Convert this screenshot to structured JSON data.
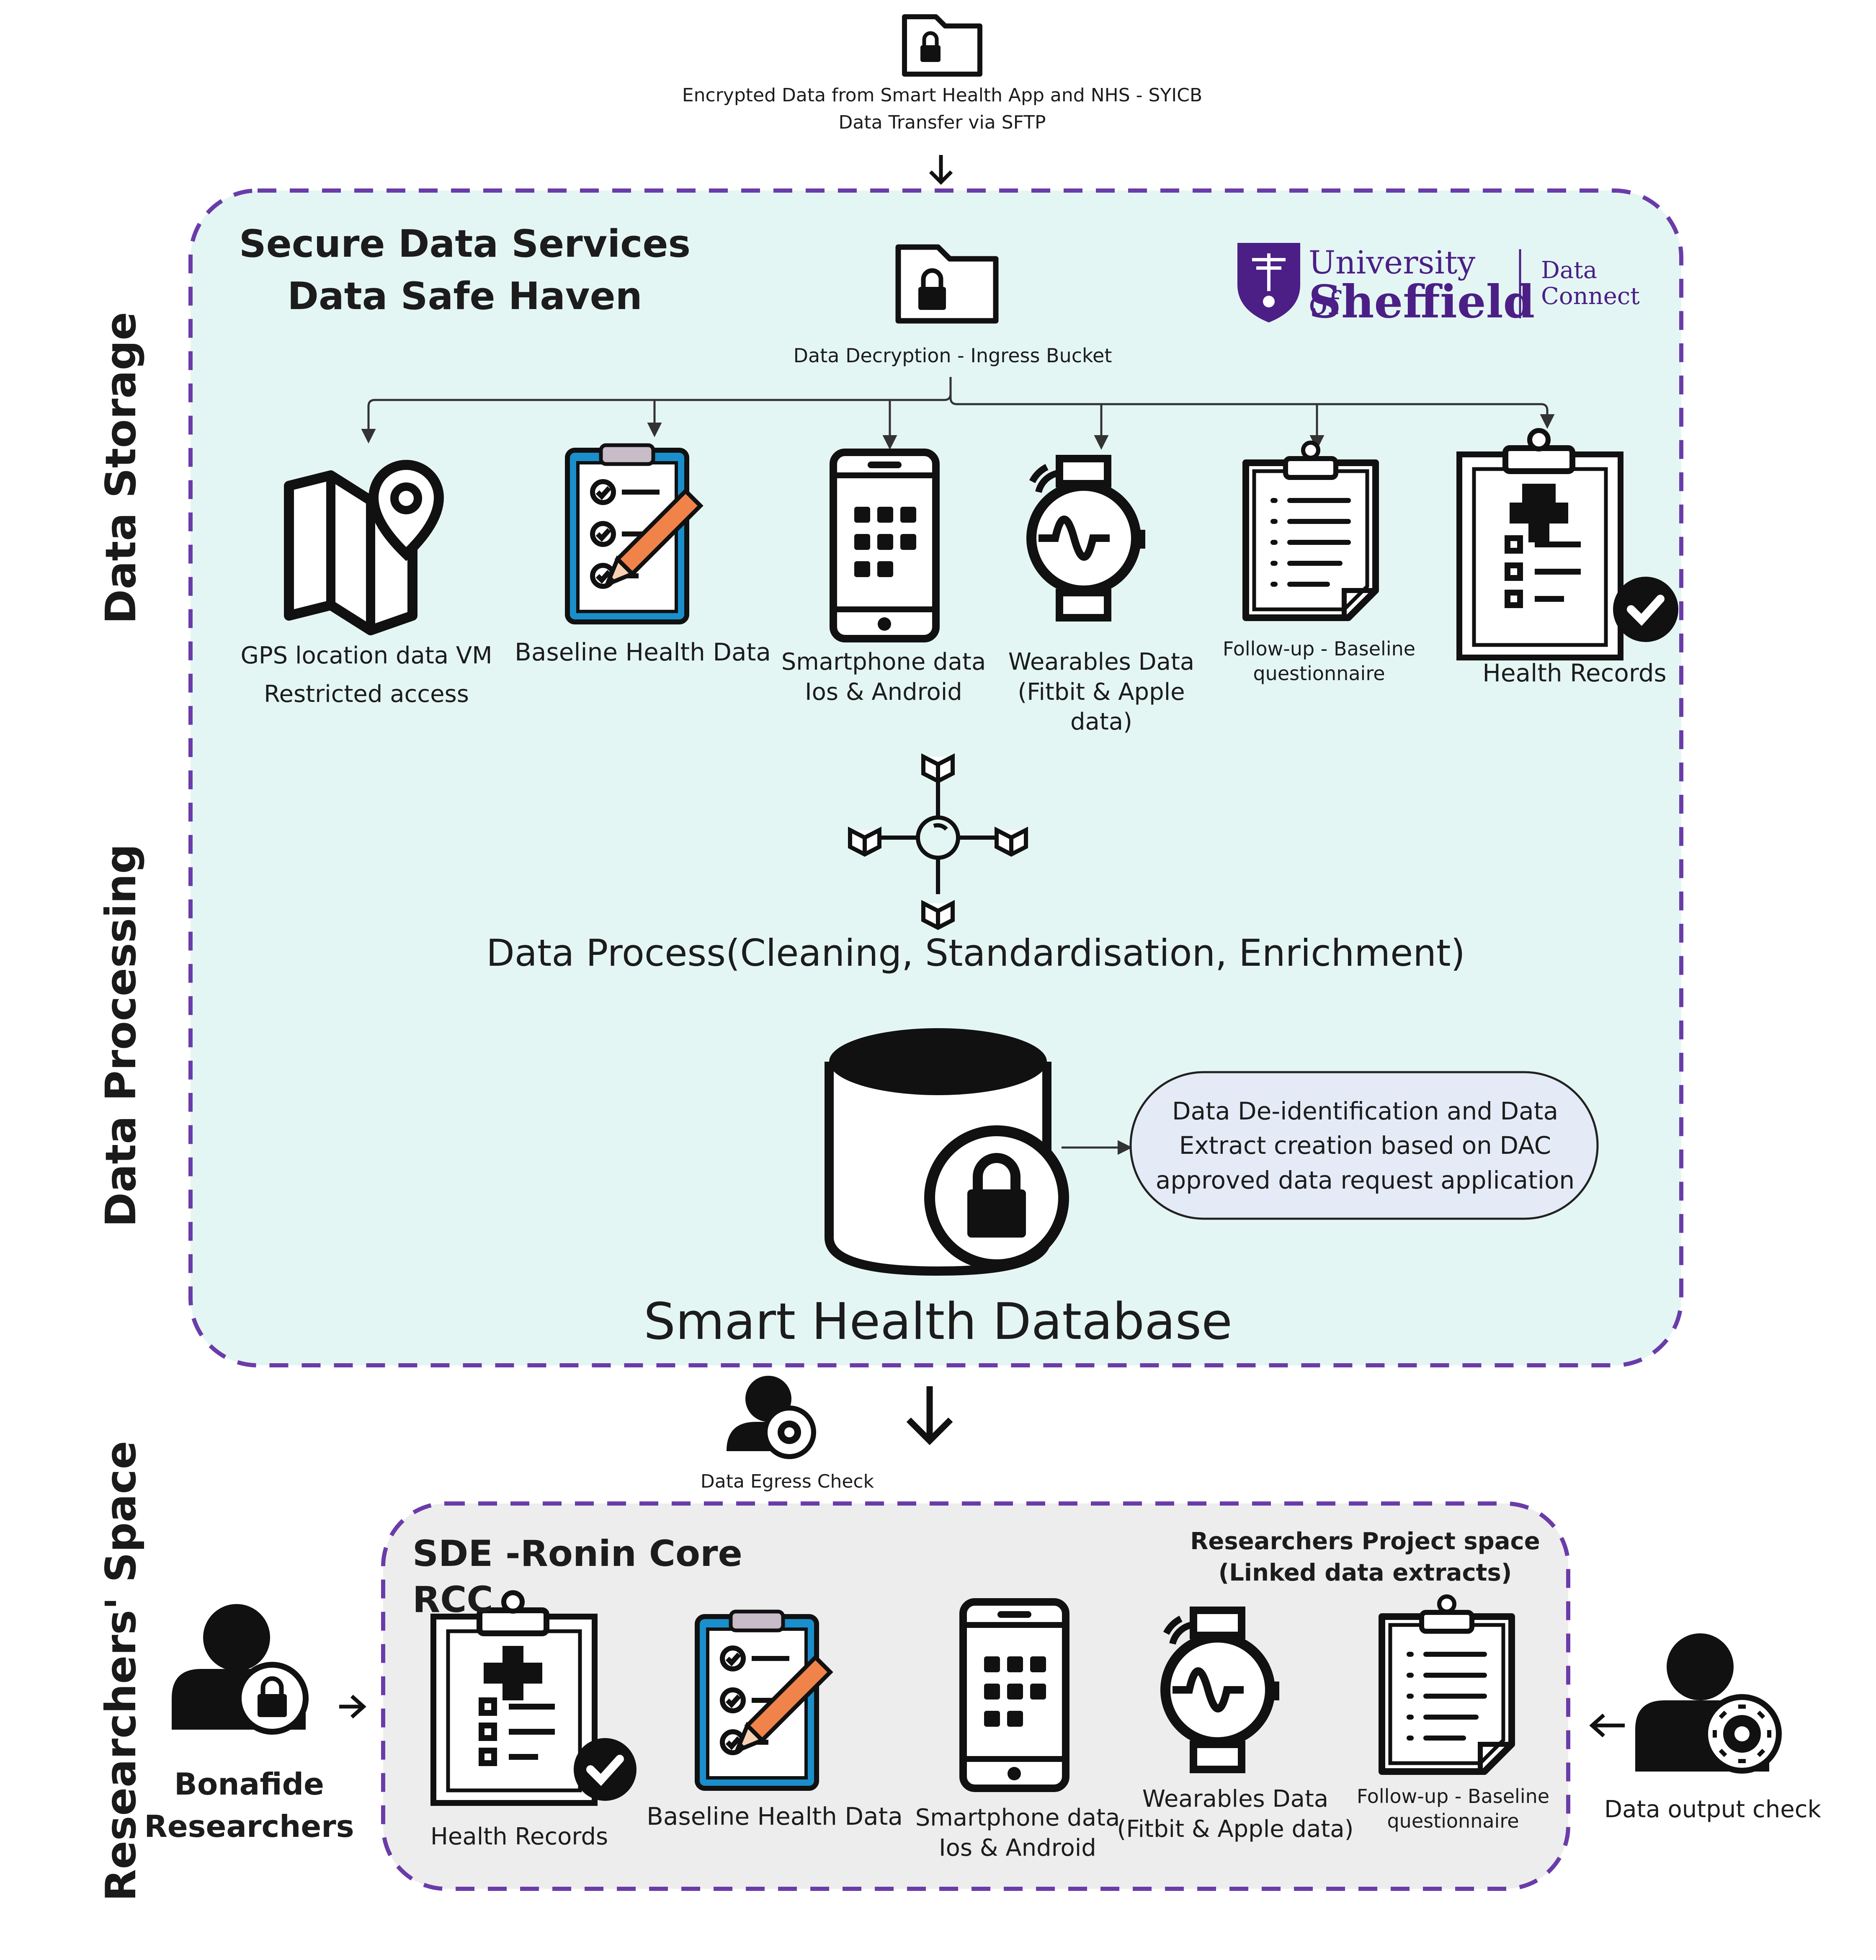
{
  "input": {
    "source_line1": "Encrypted Data from Smart Health App and NHS - SYICB",
    "source_line2": "Data Transfer via SFTP"
  },
  "side_labels": {
    "storage": "Data Storage",
    "processing": "Data Processing",
    "researchers": "Researchers' Space"
  },
  "haven": {
    "title_line1": "Secure Data Services",
    "title_line2": "Data Safe Haven",
    "logo_university_line1": "University of",
    "logo_university_line2": "Sheffield",
    "logo_data": "Data",
    "logo_connect": "Connect",
    "ingress_label": "Data Decryption - Ingress Bucket",
    "sources": [
      {
        "label": "GPS location data VM\nRestricted access",
        "icon": "map-pin-icon"
      },
      {
        "label": "Baseline Health Data",
        "icon": "clipboard-checklist-icon"
      },
      {
        "label": "Smartphone data\nIos & Android",
        "icon": "smartphone-icon"
      },
      {
        "label": "Wearables Data\n(Fitbit & Apple\ndata)",
        "icon": "smartwatch-icon"
      },
      {
        "label": "Follow-up - Baseline\nquestionnaire",
        "icon": "questionnaire-icon"
      },
      {
        "label": "Health Records",
        "icon": "medical-clipboard-icon"
      }
    ],
    "process_label": "Data Process(Cleaning, Standardisation, Enrichment)",
    "deid_label": "Data De-identification and Data\nExtract creation based on DAC\napproved data request application",
    "database_label": "Smart Health Database"
  },
  "egress": {
    "label": "Data Egress Check"
  },
  "rcc": {
    "title": "SDE -Ronin Core RCC",
    "project_line1": "Researchers Project space",
    "project_line2": "(Linked data extracts)",
    "items": [
      {
        "label": "Health Records",
        "icon": "medical-clipboard-icon"
      },
      {
        "label": "Baseline Health Data",
        "icon": "clipboard-checklist-icon"
      },
      {
        "label": "Smartphone data\nIos & Android",
        "icon": "smartphone-icon"
      },
      {
        "label": "Wearables Data\n(Fitbit & Apple data)",
        "icon": "smartwatch-icon"
      },
      {
        "label": "Follow-up - Baseline\nquestionnaire",
        "icon": "questionnaire-icon"
      }
    ]
  },
  "researchers": {
    "label": "Bonafide\nResearchers"
  },
  "output_check": {
    "label": "Data output check"
  },
  "colors": {
    "haven_fill": "#e4f6f3",
    "rcc_fill": "#ededed",
    "dash_border": "#6a3ca8",
    "deid_fill": "#e4ebf7",
    "sheffield_purple": "#4b1f86",
    "clipboard_blue": "#1a8fcc",
    "pencil_orange": "#f0834a"
  }
}
